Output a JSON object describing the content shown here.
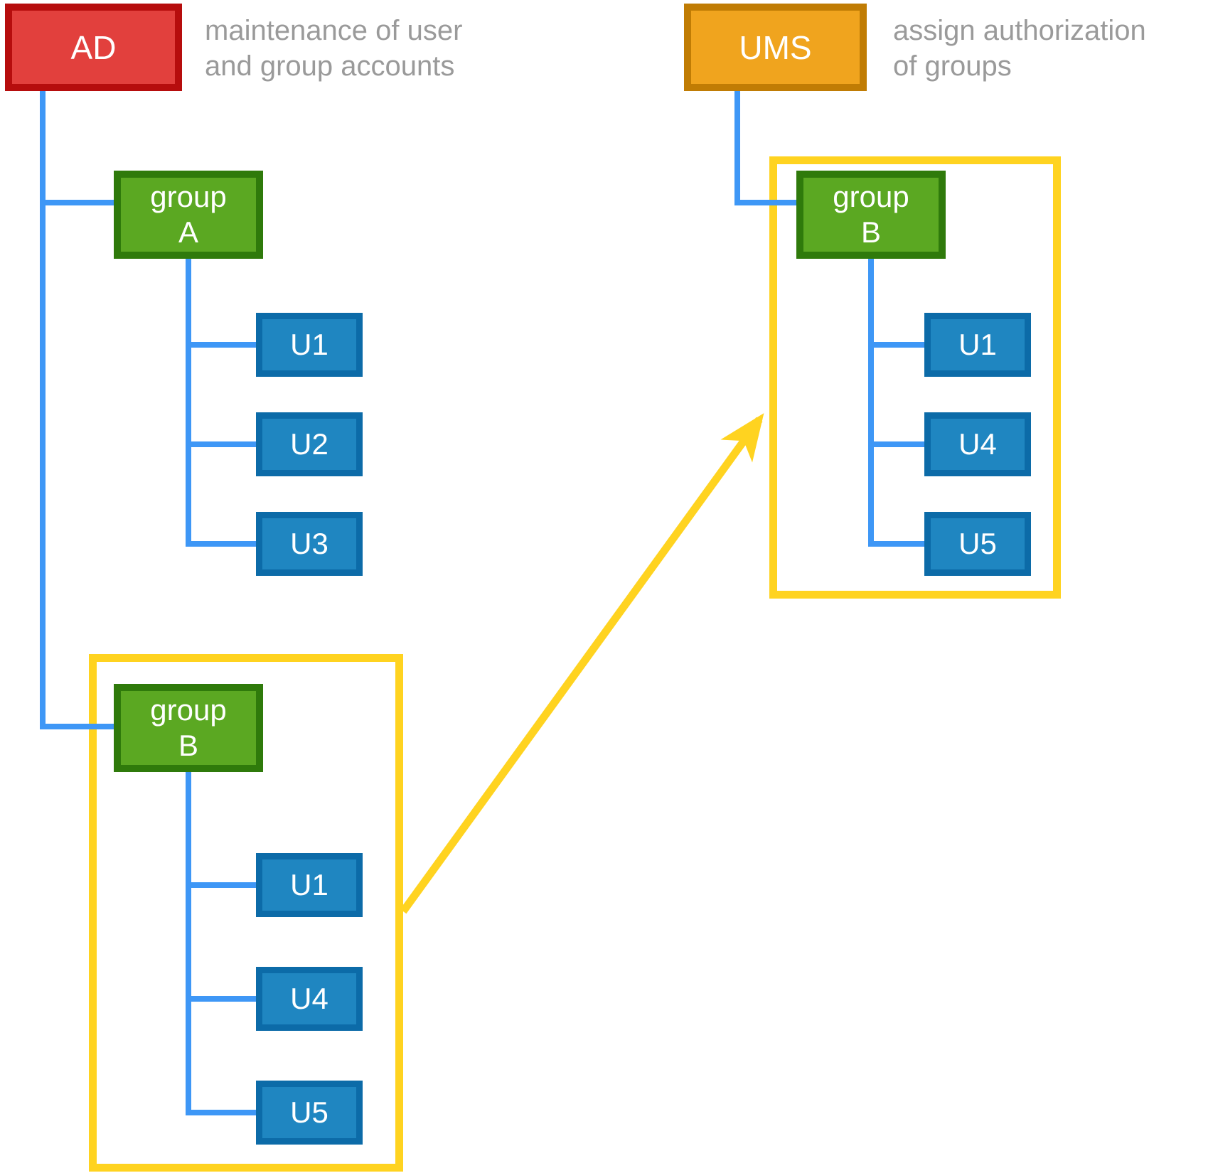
{
  "colors": {
    "background": "#ffffff",
    "ad_fill": "#e2403d",
    "ad_border": "#b60d0d",
    "ums_fill": "#f0a41e",
    "ums_border": "#c07c04",
    "group_fill": "#5ba822",
    "group_border": "#2f7a0b",
    "user_fill": "#1f86c1",
    "user_border": "#0c6ba8",
    "connector": "#3e97f6",
    "container_border": "#ffd320",
    "arrow": "#ffd320",
    "caption_text": "#9a9a9a",
    "node_text": "#ffffff"
  },
  "ad": {
    "label": "AD"
  },
  "ad_caption": {
    "line1": "maintenance of user",
    "line2": "and group accounts"
  },
  "ums": {
    "label": "UMS"
  },
  "ums_caption": {
    "line1": "assign authorization",
    "line2": "of groups"
  },
  "ad_tree": {
    "group_a": {
      "name_line1": "group",
      "name_line2": "A",
      "users": [
        "U1",
        "U2",
        "U3"
      ]
    },
    "group_b": {
      "name_line1": "group",
      "name_line2": "B",
      "users": [
        "U1",
        "U4",
        "U5"
      ]
    }
  },
  "ums_tree": {
    "group_b": {
      "name_line1": "group",
      "name_line2": "B",
      "users": [
        "U1",
        "U4",
        "U5"
      ]
    }
  }
}
